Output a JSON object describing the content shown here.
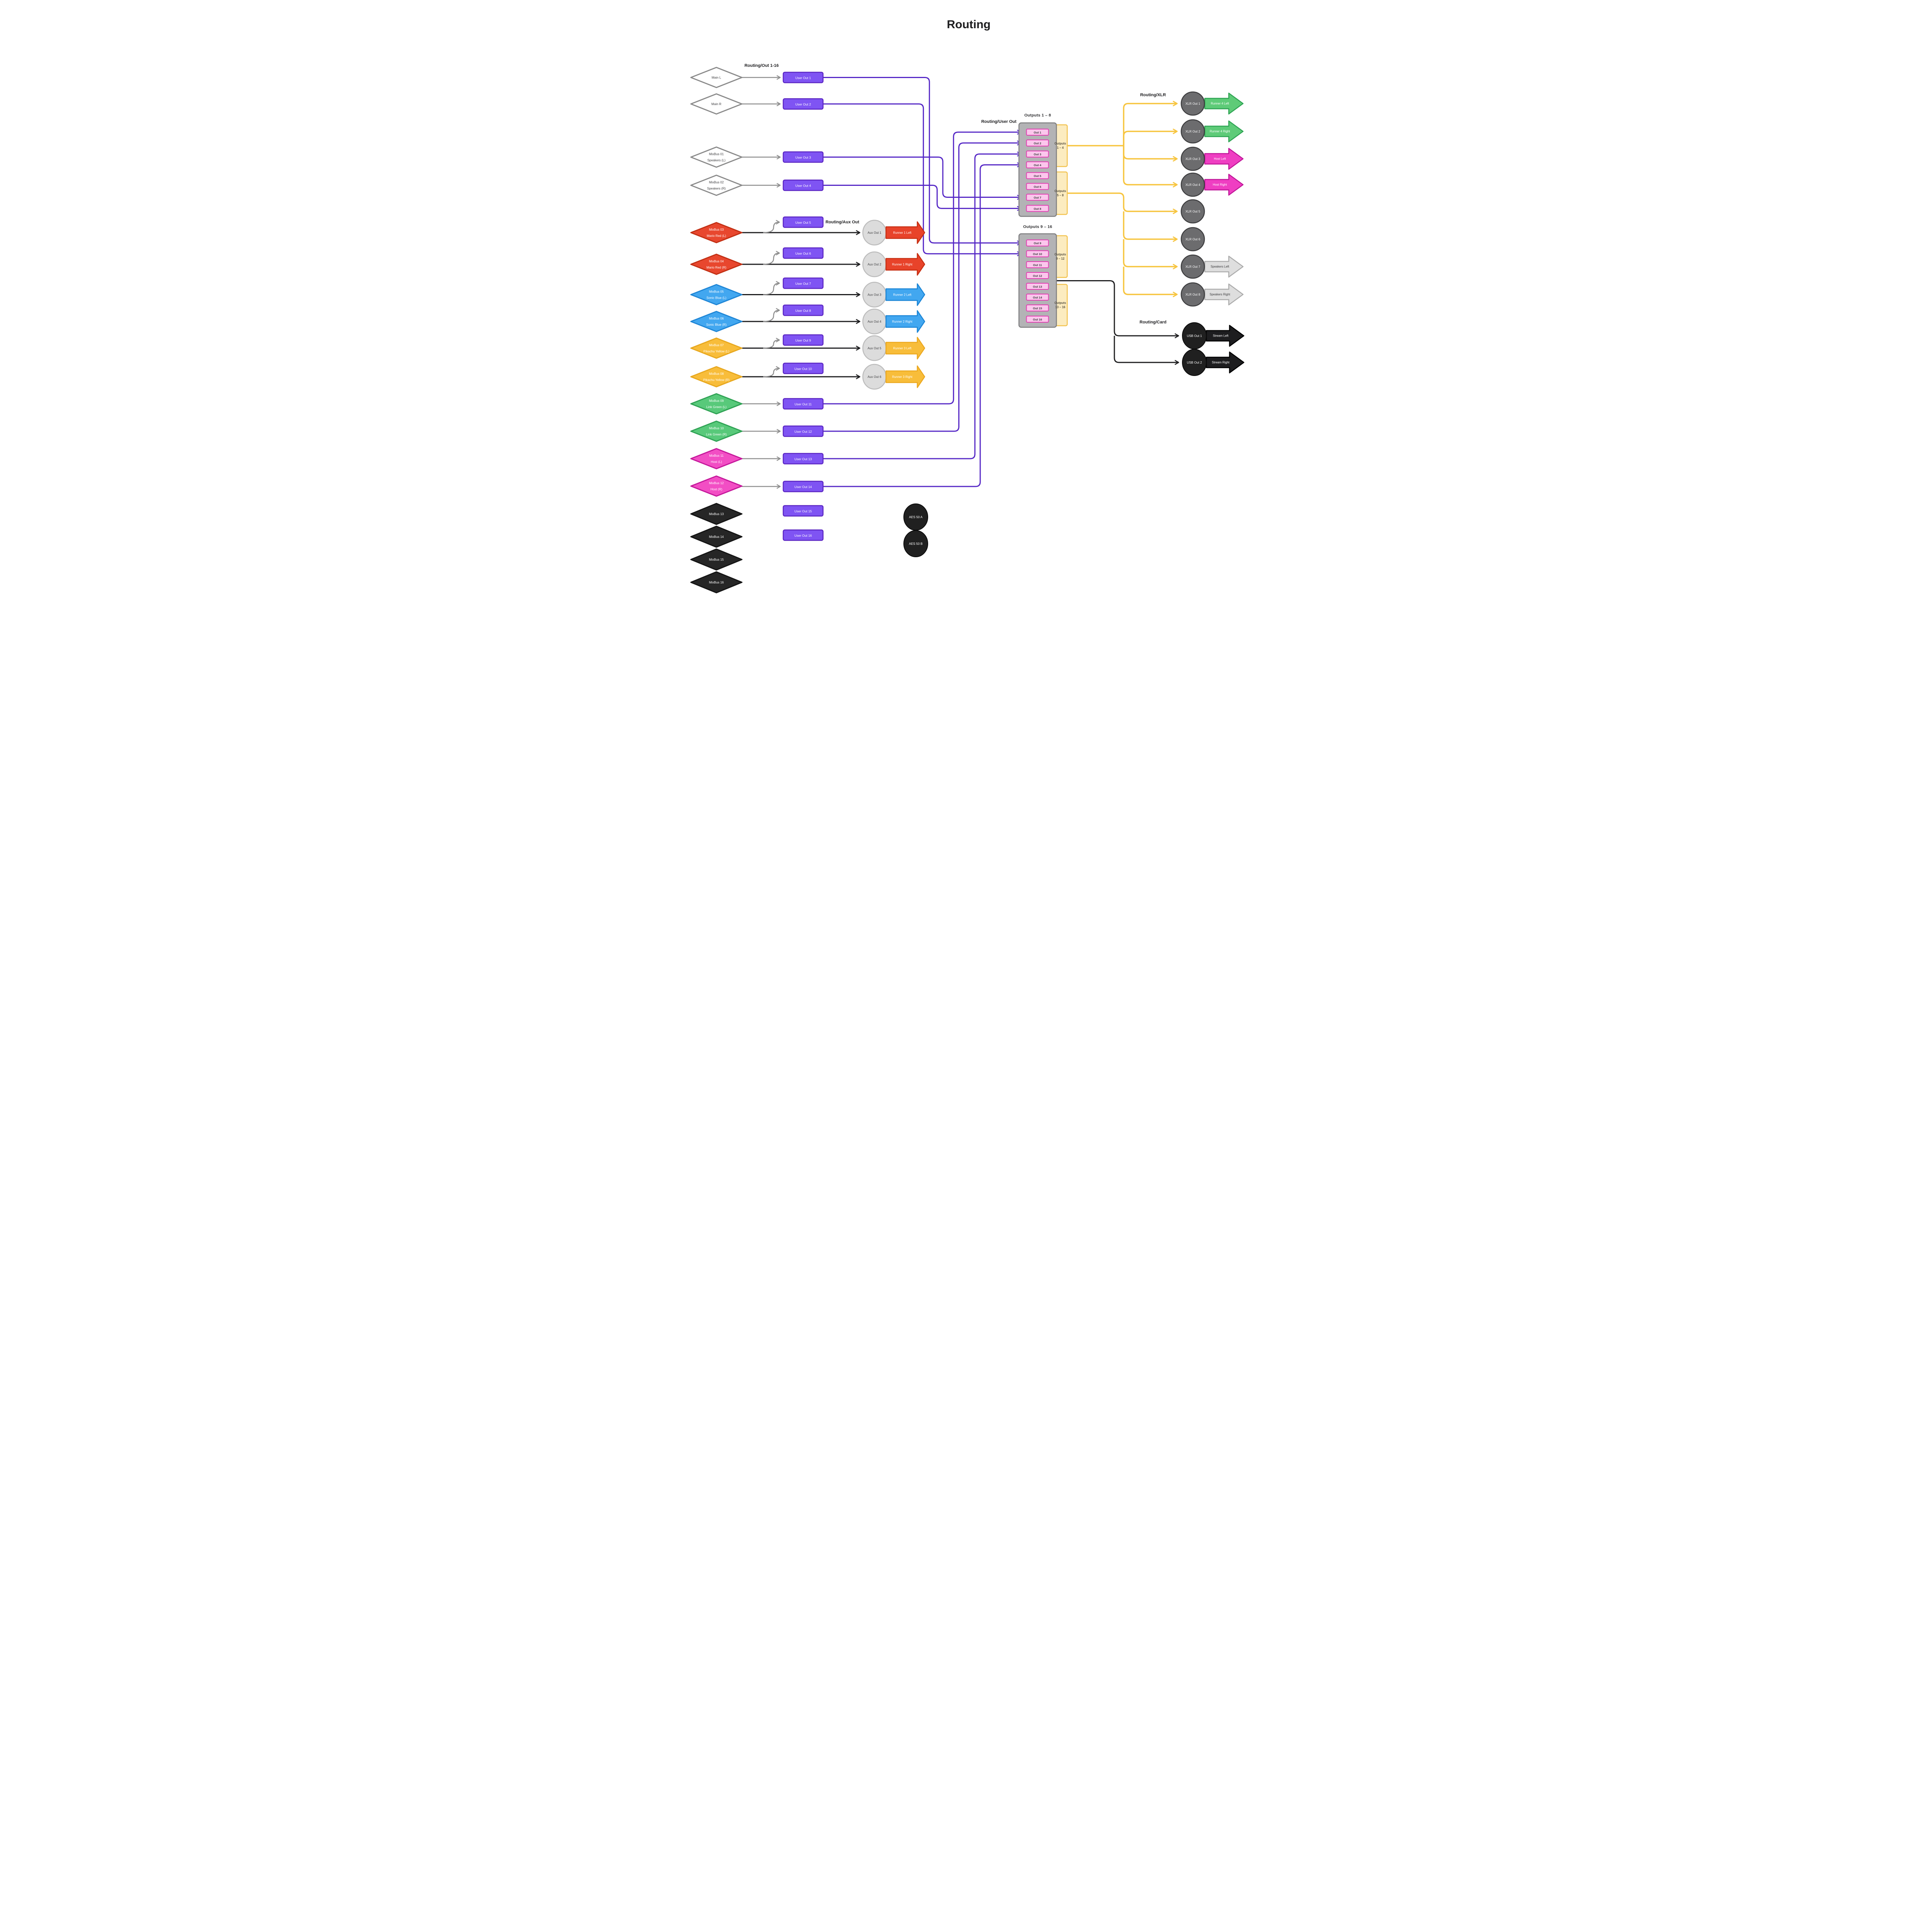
{
  "title": "Routing",
  "section_labels": {
    "out_1_16": "Routing/Out 1-16",
    "aux_out": "Routing/Aux Out",
    "user_out": "Routing/User Out",
    "xlr": "Routing/XLR",
    "card": "Routing/Card"
  },
  "sources": [
    {
      "line1": "Main L",
      "line2": ""
    },
    {
      "line1": "Main R",
      "line2": ""
    },
    {
      "line1": "MixBus 01",
      "line2": "Speakers (L)"
    },
    {
      "line1": "MixBus 02",
      "line2": "Speakers (R)"
    },
    {
      "line1": "MixBus 03",
      "line2": "Mario Red (L)"
    },
    {
      "line1": "MixBus 04",
      "line2": "Mario Red (R)"
    },
    {
      "line1": "MixBus 05",
      "line2": "Sonic Blue (L)"
    },
    {
      "line1": "MixBus 06",
      "line2": "Sonic Blue (R)"
    },
    {
      "line1": "MixBus 07",
      "line2": "Pikachu Yellow (L)"
    },
    {
      "line1": "MixBus 08",
      "line2": "Pikachu Yellow (R)"
    },
    {
      "line1": "MixBus 09",
      "line2": "Link Green (L)"
    },
    {
      "line1": "MixBus 10",
      "line2": "Link Green (R)"
    },
    {
      "line1": "MixBus 11",
      "line2": "Host (L)"
    },
    {
      "line1": "MixBus 12",
      "line2": "Host (R)"
    },
    {
      "line1": "MixBus 13",
      "line2": ""
    },
    {
      "line1": "MixBus 14",
      "line2": ""
    },
    {
      "line1": "MixBus 15",
      "line2": ""
    },
    {
      "line1": "MixBus 16",
      "line2": ""
    }
  ],
  "user_outs": [
    "User Out 1",
    "User Out 2",
    "User Out 3",
    "User Out 4",
    "User Out 5",
    "User Out 6",
    "User Out 7",
    "User Out 8",
    "User Out 9",
    "User Out 10",
    "User Out 11",
    "User Out 12",
    "User Out 13",
    "User Out 14",
    "User Out 15",
    "User Out 16"
  ],
  "aux_outs": [
    "Aux Out 1",
    "Aux Out 2",
    "Aux Out 3",
    "Aux Out 4",
    "Aux Out 5",
    "Aux Out 6"
  ],
  "aux_arrows": [
    {
      "label": "Runner 1 Left",
      "color": "#e8432a"
    },
    {
      "label": "Runner 1 Right",
      "color": "#e8432a"
    },
    {
      "label": "Runner 2 Left",
      "color": "#42a7f0"
    },
    {
      "label": "Runner 2 Right",
      "color": "#42a7f0"
    },
    {
      "label": "Runner 3 Left",
      "color": "#f8bd3a"
    },
    {
      "label": "Runner 3 Right",
      "color": "#f8bd3a"
    }
  ],
  "panel_1_8": {
    "title": "Outputs 1 – 8",
    "outs": [
      "Out 1",
      "Out 2",
      "Out 3",
      "Out 4",
      "Out 5",
      "Out 6",
      "Out 7",
      "Out 8"
    ],
    "tabs": [
      {
        "line1": "Outputs",
        "line2": "1 – 4"
      },
      {
        "line1": "Outputs",
        "line2": "5 – 8"
      }
    ]
  },
  "panel_9_16": {
    "title": "Outputs 9 – 16",
    "outs": [
      "Out 9",
      "Out 10",
      "Out 11",
      "Out 12",
      "Out 13",
      "Out 14",
      "Out 15",
      "Out 16"
    ],
    "tabs": [
      {
        "line1": "Outputs",
        "line2": "9 – 12"
      },
      {
        "line1": "Outputs",
        "line2": "13 – 16"
      }
    ]
  },
  "xlr_outs": [
    {
      "label": "XLR Out 1",
      "arrow": "Runner 4 Left",
      "arrow_color": "#5ecb78"
    },
    {
      "label": "XLR Out 2",
      "arrow": "Runner 4 Right",
      "arrow_color": "#5ecb78"
    },
    {
      "label": "XLR Out 3",
      "arrow": "Host Left",
      "arrow_color": "#ef3ec2"
    },
    {
      "label": "XLR Out 4",
      "arrow": "Host Right",
      "arrow_color": "#ef3ec2"
    },
    {
      "label": "XLR Out 5"
    },
    {
      "label": "XLR Out 6"
    },
    {
      "label": "XLR Out 7",
      "arrow": "Speakers Left",
      "arrow_color": "#dedede"
    },
    {
      "label": "XLR Out 8",
      "arrow": "Speakers Right",
      "arrow_color": "#dedede"
    }
  ],
  "usb_outs": [
    {
      "label": "USB Out 1",
      "arrow": "Stream Left"
    },
    {
      "label": "USB Out 2",
      "arrow": "Stream Right"
    }
  ],
  "aes": [
    "AES 50 A",
    "AES 50 B"
  ],
  "colors": {
    "wire_purple": "#5628c6",
    "wire_yellow": "#f7c540",
    "wire_gray": "#8e8e8e",
    "wire_black": "#1d1d1f",
    "user_out_fill": "#7f54f3",
    "user_out_border": "#5a25c2",
    "out_fill": "#fbc7ec",
    "out_border": "#e23cb2",
    "tab_fill": "#fcecc0",
    "tab_border": "#f2c24e",
    "panel_fill": "#b3b3b5",
    "xlr_fill": "#6c6c6e",
    "aux_fill": "#dcdcdc",
    "black_node": "#202020"
  }
}
